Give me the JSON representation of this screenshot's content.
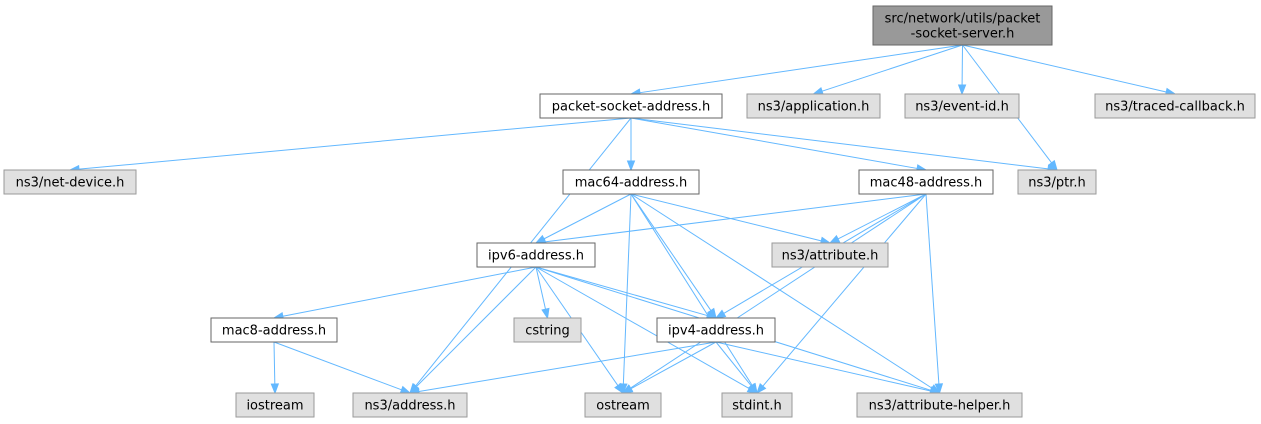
{
  "colors": {
    "edge": "#63b8ff",
    "root_fill": "#999999",
    "documented_fill": "#ffffff",
    "external_fill": "#e0e0e0",
    "border": "#666666"
  },
  "nodes": {
    "root": {
      "lines": [
        "src/network/utils/packet",
        "-socket-server.h"
      ],
      "kind": "root"
    },
    "psaddr": {
      "lines": [
        "packet-socket-address.h"
      ],
      "kind": "doc"
    },
    "app": {
      "lines": [
        "ns3/application.h"
      ],
      "kind": "ext"
    },
    "evid": {
      "lines": [
        "ns3/event-id.h"
      ],
      "kind": "ext"
    },
    "trcb": {
      "lines": [
        "ns3/traced-callback.h"
      ],
      "kind": "ext"
    },
    "netdev": {
      "lines": [
        "ns3/net-device.h"
      ],
      "kind": "ext"
    },
    "mac64": {
      "lines": [
        "mac64-address.h"
      ],
      "kind": "doc"
    },
    "mac48": {
      "lines": [
        "mac48-address.h"
      ],
      "kind": "doc"
    },
    "ptr": {
      "lines": [
        "ns3/ptr.h"
      ],
      "kind": "ext"
    },
    "ipv6": {
      "lines": [
        "ipv6-address.h"
      ],
      "kind": "doc"
    },
    "attr": {
      "lines": [
        "ns3/attribute.h"
      ],
      "kind": "ext"
    },
    "mac8": {
      "lines": [
        "mac8-address.h"
      ],
      "kind": "doc"
    },
    "cstring": {
      "lines": [
        "cstring"
      ],
      "kind": "ext"
    },
    "ipv4": {
      "lines": [
        "ipv4-address.h"
      ],
      "kind": "doc"
    },
    "iostream": {
      "lines": [
        "iostream"
      ],
      "kind": "ext"
    },
    "address": {
      "lines": [
        "ns3/address.h"
      ],
      "kind": "ext"
    },
    "ostream": {
      "lines": [
        "ostream"
      ],
      "kind": "ext"
    },
    "stdint": {
      "lines": [
        "stdint.h"
      ],
      "kind": "ext"
    },
    "attrhelper": {
      "lines": [
        "ns3/attribute-helper.h"
      ],
      "kind": "ext"
    }
  },
  "edges": [
    [
      "root",
      "psaddr"
    ],
    [
      "root",
      "app"
    ],
    [
      "root",
      "evid"
    ],
    [
      "root",
      "ptr"
    ],
    [
      "root",
      "trcb"
    ],
    [
      "psaddr",
      "netdev"
    ],
    [
      "psaddr",
      "mac64"
    ],
    [
      "psaddr",
      "mac48"
    ],
    [
      "psaddr",
      "ptr"
    ],
    [
      "psaddr",
      "address"
    ],
    [
      "mac64",
      "ipv6"
    ],
    [
      "mac64",
      "attr"
    ],
    [
      "mac64",
      "ipv4"
    ],
    [
      "mac64",
      "ostream"
    ],
    [
      "mac64",
      "stdint"
    ],
    [
      "mac64",
      "attrhelper"
    ],
    [
      "mac48",
      "ipv6"
    ],
    [
      "mac48",
      "attr"
    ],
    [
      "mac48",
      "ipv4"
    ],
    [
      "mac48",
      "ostream"
    ],
    [
      "mac48",
      "stdint"
    ],
    [
      "mac48",
      "attrhelper"
    ],
    [
      "ipv6",
      "mac8"
    ],
    [
      "ipv6",
      "cstring"
    ],
    [
      "ipv6",
      "ipv4"
    ],
    [
      "ipv6",
      "address"
    ],
    [
      "ipv6",
      "ostream"
    ],
    [
      "ipv6",
      "stdint"
    ],
    [
      "ipv6",
      "attrhelper"
    ],
    [
      "mac8",
      "iostream"
    ],
    [
      "mac8",
      "address"
    ],
    [
      "ipv4",
      "address"
    ],
    [
      "ipv4",
      "ostream"
    ],
    [
      "ipv4",
      "stdint"
    ],
    [
      "ipv4",
      "attrhelper"
    ]
  ]
}
